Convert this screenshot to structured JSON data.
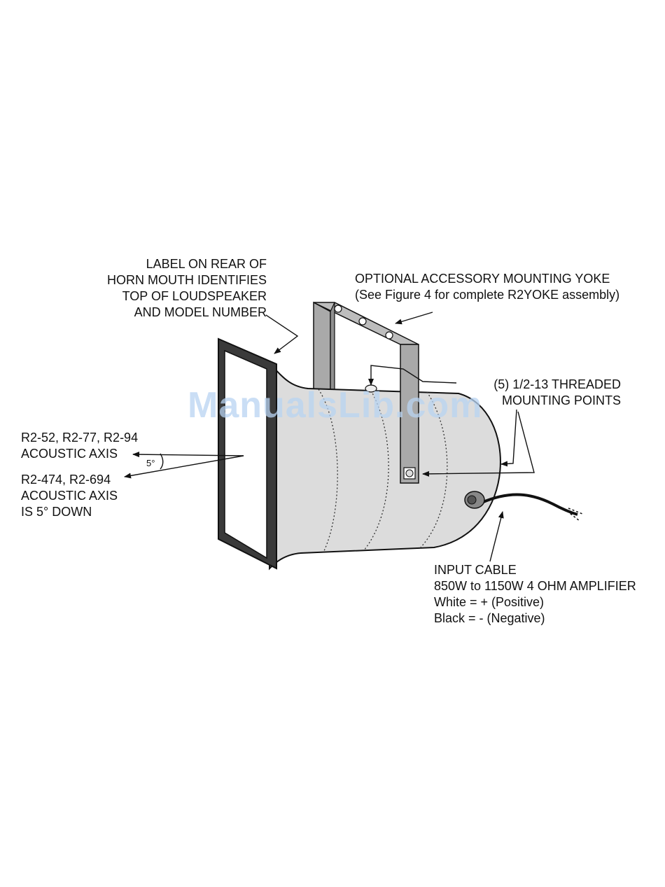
{
  "watermark": "ManualsLib.com",
  "labels": {
    "horn_label": [
      "LABEL ON REAR OF",
      "HORN MOUTH IDENTIFIES",
      "TOP OF LOUDSPEAKER",
      "AND MODEL NUMBER"
    ],
    "yoke": [
      "OPTIONAL ACCESSORY MOUNTING YOKE",
      "(See Figure 4 for complete R2YOKE assembly)"
    ],
    "mounting": [
      "(5) 1/2-13 THREADED",
      "MOUNTING POINTS"
    ],
    "axis_upper": [
      "R2-52, R2-77, R2-94",
      "ACOUSTIC AXIS"
    ],
    "axis_lower": [
      "R2-474, R2-694",
      "ACOUSTIC AXIS",
      "IS 5° DOWN"
    ],
    "angle": "5°",
    "cable": [
      "INPUT CABLE",
      "850W to 1150W 4 OHM AMPLIFIER",
      "White = + (Positive)",
      "Black =  - (Negative)"
    ]
  },
  "colors": {
    "body_fill": "#dcdcdc",
    "yoke_fill": "#a9a9a9",
    "outline": "#111111",
    "watermark": "#b9d4f2"
  }
}
